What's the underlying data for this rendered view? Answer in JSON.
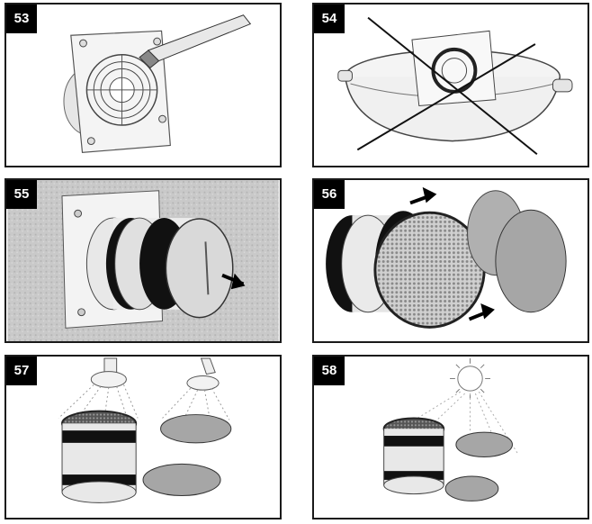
{
  "steps": [
    {
      "number": "53",
      "scene": "brush-cleaning-fan-grille"
    },
    {
      "number": "54",
      "scene": "no-immersion-in-water-crossed-out"
    },
    {
      "number": "55",
      "scene": "pull-out-cartridge-from-wall-unit"
    },
    {
      "number": "56",
      "scene": "remove-filter-discs"
    },
    {
      "number": "57",
      "scene": "rinse-under-shower"
    },
    {
      "number": "58",
      "scene": "dry-in-sun"
    }
  ],
  "colors": {
    "border": "#1a1a1a",
    "label_bg": "#000000",
    "label_text": "#ffffff",
    "wall_texture": "#cfcfcf",
    "filter_grey": "#a6a6a6"
  }
}
